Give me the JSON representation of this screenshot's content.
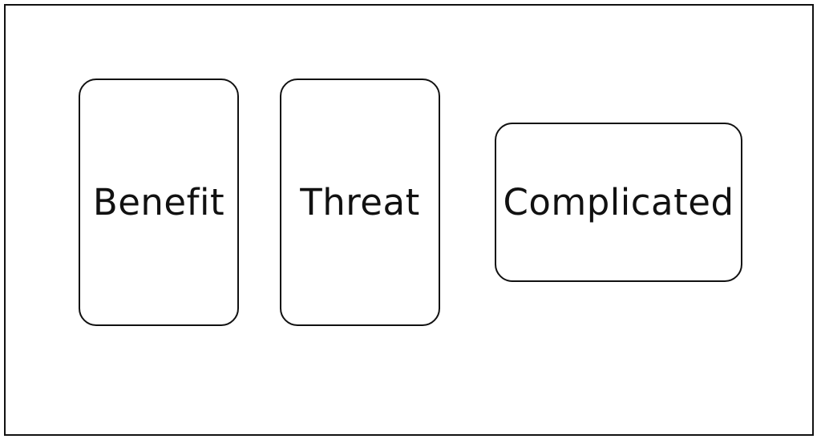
{
  "cards": [
    {
      "label": "Benefit"
    },
    {
      "label": "Threat"
    },
    {
      "label": "Complicated"
    }
  ],
  "colors": {
    "stroke": "#111111",
    "background": "#ffffff"
  }
}
